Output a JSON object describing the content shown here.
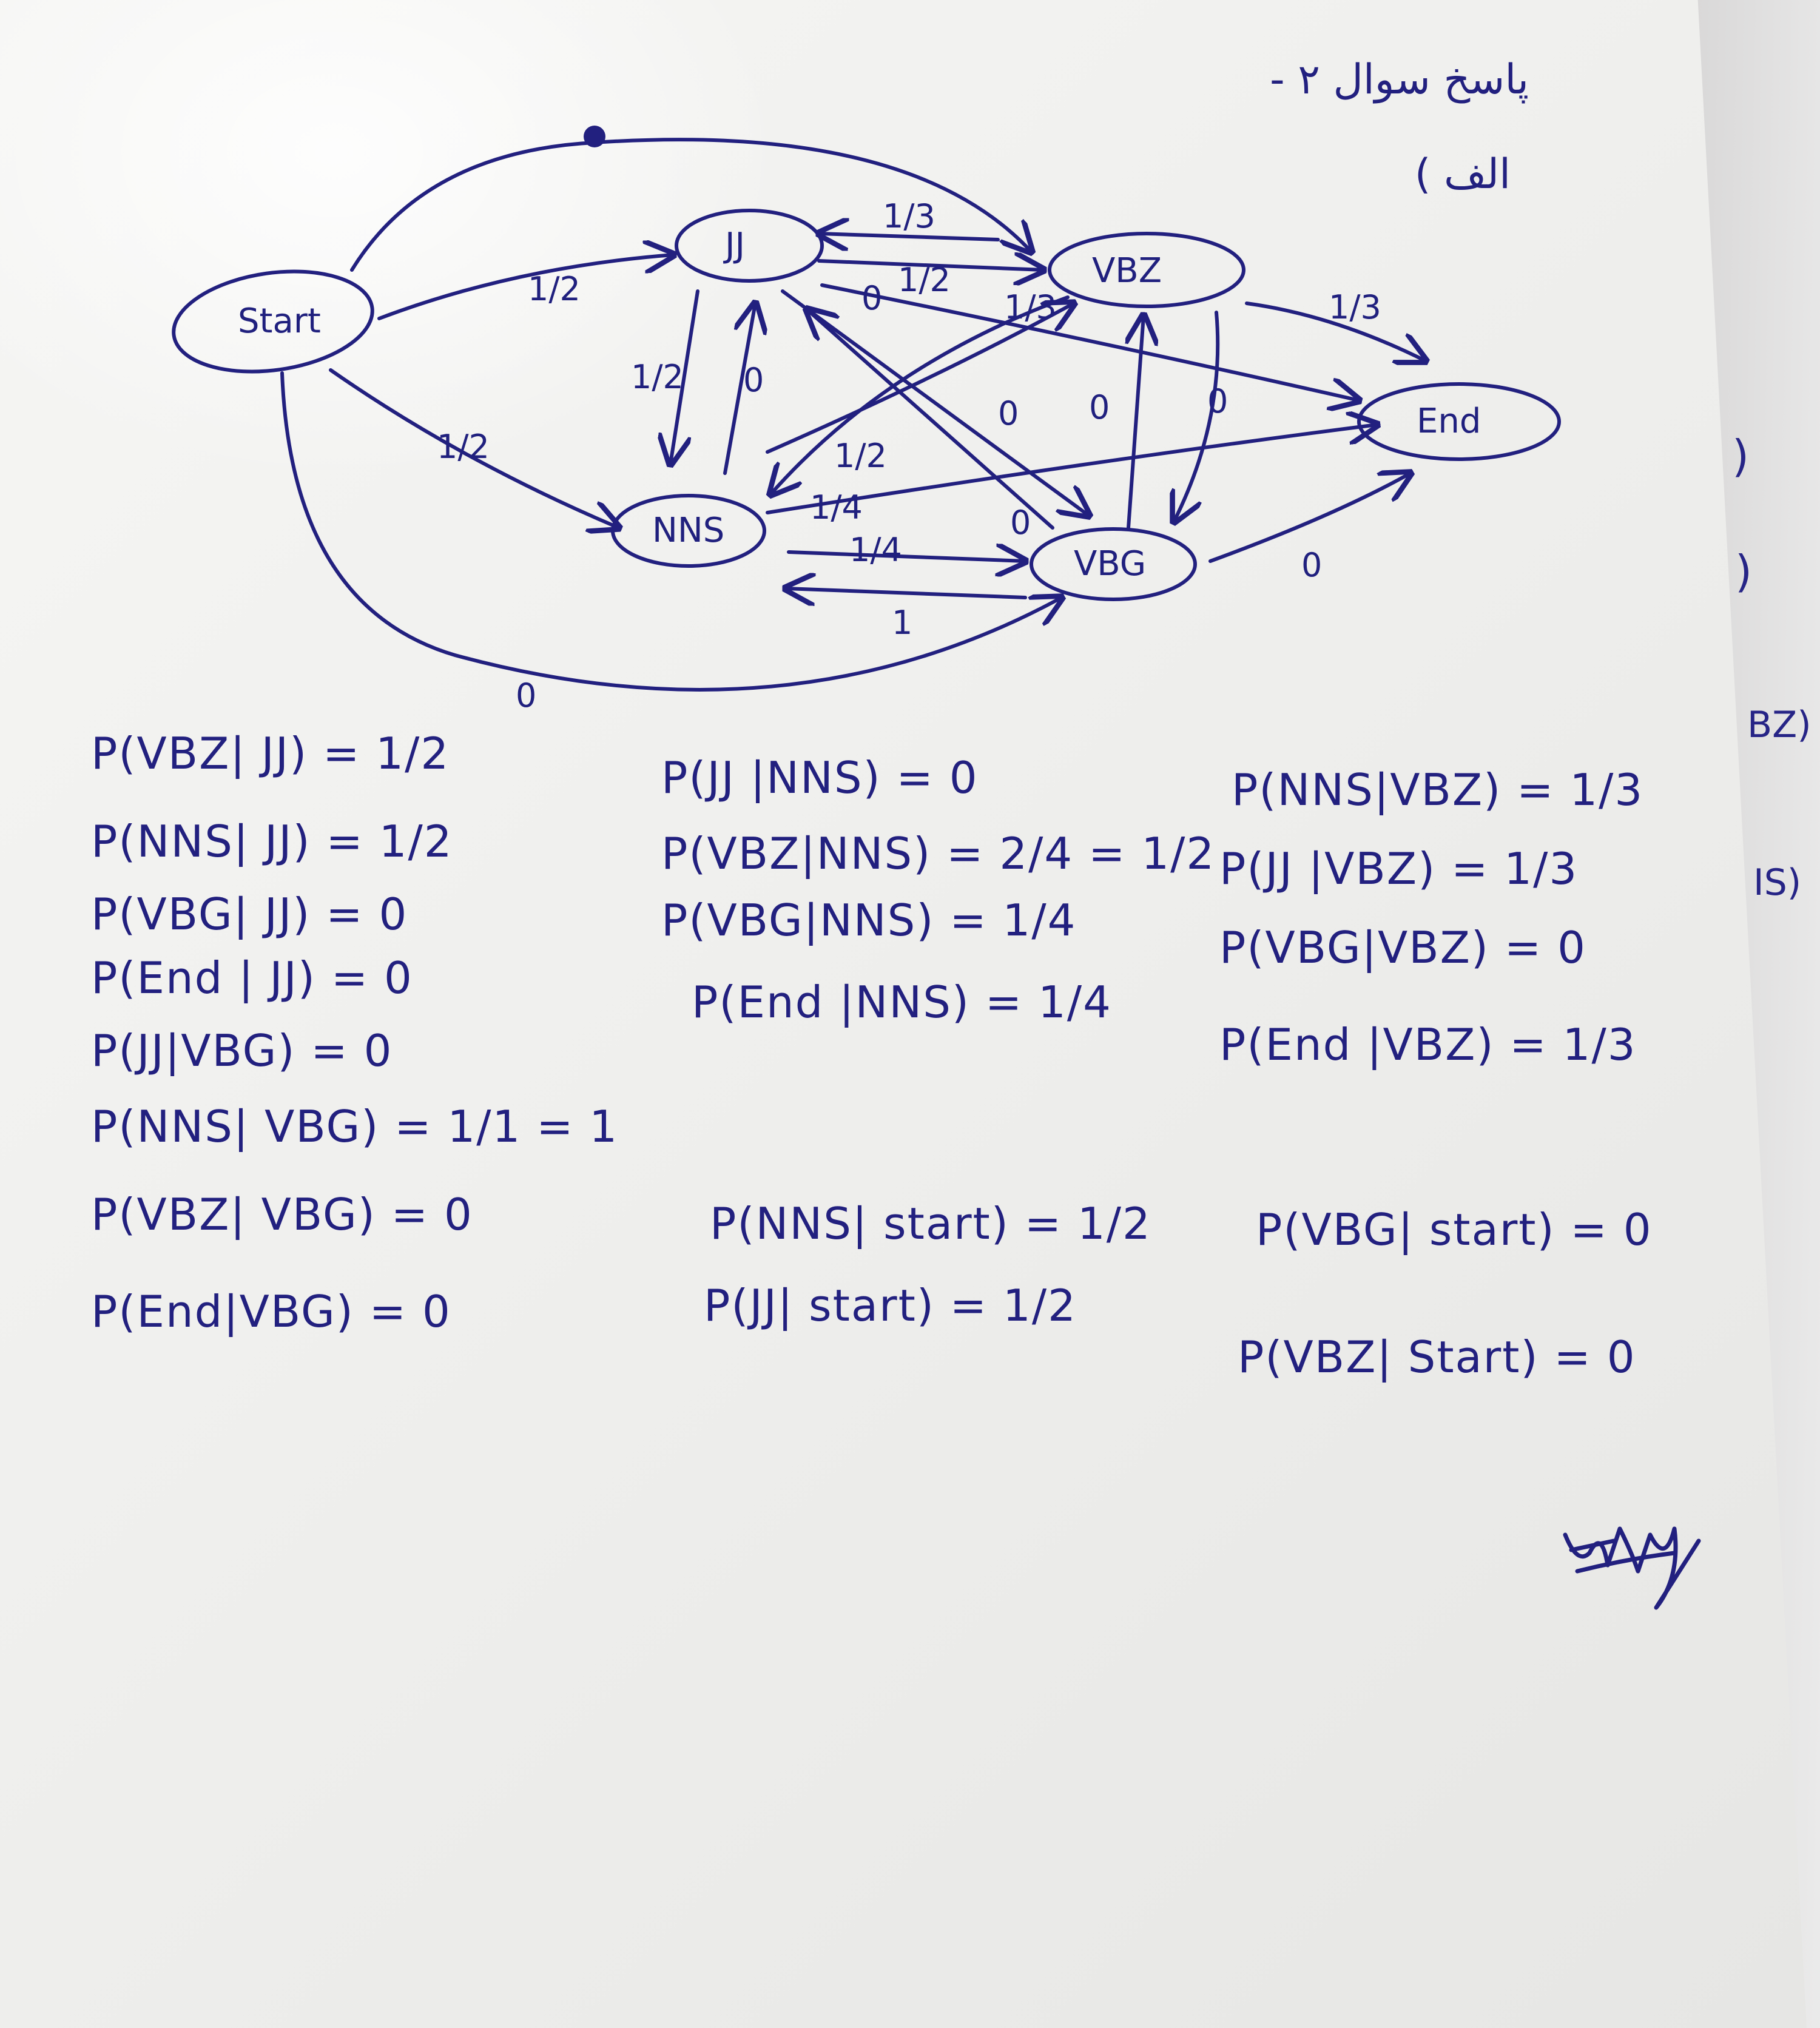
{
  "header": {
    "line1": "پاسخ سوال ۲ -",
    "line2": "الف )"
  },
  "diagram": {
    "nodes": [
      {
        "id": "start",
        "label": "Start"
      },
      {
        "id": "jj",
        "label": "JJ"
      },
      {
        "id": "vbz",
        "label": "VBZ"
      },
      {
        "id": "nns",
        "label": "NNS"
      },
      {
        "id": "vbg",
        "label": "VBG"
      },
      {
        "id": "end",
        "label": "End"
      }
    ],
    "edges": [
      {
        "from": "start",
        "to": "jj",
        "label": "1/2"
      },
      {
        "from": "start",
        "to": "nns",
        "label": "1/2"
      },
      {
        "from": "start",
        "to": "vbz",
        "label": ""
      },
      {
        "from": "start",
        "to": "vbg",
        "label": "0"
      },
      {
        "from": "jj",
        "to": "vbz",
        "label": "1/2"
      },
      {
        "from": "vbz",
        "to": "jj",
        "label": "1/3"
      },
      {
        "from": "jj",
        "to": "nns",
        "label": "1/2"
      },
      {
        "from": "nns",
        "to": "jj",
        "label": "0"
      },
      {
        "from": "jj",
        "to": "vbg",
        "label": "0"
      },
      {
        "from": "vbg",
        "to": "jj",
        "label": "0"
      },
      {
        "from": "jj",
        "to": "end",
        "label": "0"
      },
      {
        "from": "vbz",
        "to": "end",
        "label": "1/3"
      },
      {
        "from": "vbz",
        "to": "nns",
        "label": "1/3"
      },
      {
        "from": "nns",
        "to": "vbz",
        "label": "1/2"
      },
      {
        "from": "vbz",
        "to": "vbg",
        "label": "0"
      },
      {
        "from": "vbg",
        "to": "vbz",
        "label": "0"
      },
      {
        "from": "nns",
        "to": "end",
        "label": "1/4"
      },
      {
        "from": "nns",
        "to": "vbg",
        "label": "1/4"
      },
      {
        "from": "vbg",
        "to": "nns",
        "label": "1"
      },
      {
        "from": "vbg",
        "to": "end",
        "label": "0"
      }
    ]
  },
  "equations": {
    "col1": [
      "P(VBZ| JJ) = 1/2",
      "P(NNS| JJ) = 1/2",
      "P(VBG| JJ) = 0",
      "P(End | JJ) = 0",
      "P(JJ|VBG) = 0",
      "P(NNS| VBG) = 1/1 = 1",
      "P(VBZ| VBG) = 0",
      "P(End|VBG) = 0"
    ],
    "col2": [
      "P(JJ |NNS) = 0",
      "P(VBZ|NNS) = 2/4 = 1/2",
      "P(VBG|NNS) = 1/4",
      "P(End |NNS) = 1/4"
    ],
    "col3": [
      "P(NNS|VBZ) = 1/3",
      "P(JJ |VBZ) = 1/3",
      "P(VBG|VBZ) = 0",
      "P(End |VBZ) = 1/3"
    ],
    "col2_start": [
      "P(NNS| start) = 1/2",
      "P(JJ| start) = 1/2"
    ],
    "col3_start": [
      "P(VBG| start) = 0",
      "P(VBZ| Start) = 0"
    ]
  },
  "margin_marks": [
    ")",
    ")",
    "BZ)",
    "IS)"
  ],
  "colors": {
    "ink": "#22207f",
    "paper": "#f0f0ee",
    "background": "#bdbcbc"
  }
}
